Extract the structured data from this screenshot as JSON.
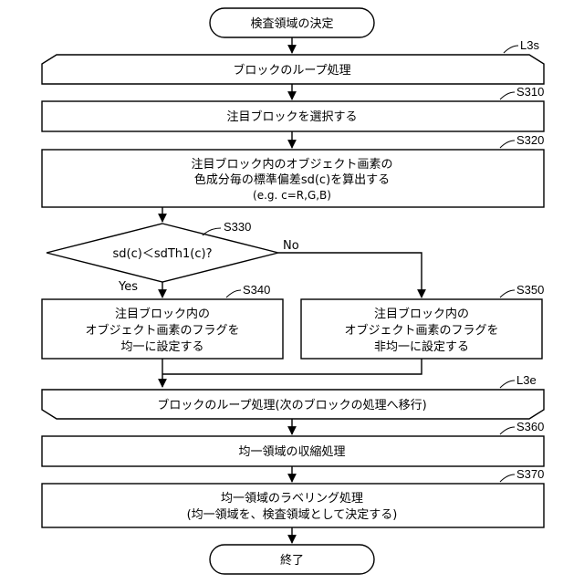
{
  "flow": {
    "start": "検査領域の決定",
    "loop_start": "ブロックのループ処理",
    "loop_start_step": "L3s",
    "s310": {
      "step": "S310",
      "text": "注目ブロックを選択する"
    },
    "s320": {
      "step": "S320",
      "lines": [
        "注目ブロック内のオブジェクト画素の",
        "色成分毎の標準偏差sd(c)を算出する",
        "(e.g. c=R,G,B)"
      ]
    },
    "s330": {
      "step": "S330",
      "text": "sd(c)＜sdTh1(c)?",
      "yes": "Yes",
      "no": "No"
    },
    "s340": {
      "step": "S340",
      "lines": [
        "注目ブロック内の",
        "オブジェクト画素のフラグを",
        "均一に設定する"
      ]
    },
    "s350": {
      "step": "S350",
      "lines": [
        "注目ブロック内の",
        "オブジェクト画素のフラグを",
        "非均一に設定する"
      ]
    },
    "loop_end": "ブロックのループ処理(次のブロックの処理へ移行)",
    "loop_end_step": "L3e",
    "s360": {
      "step": "S360",
      "text": "均一領域の収縮処理"
    },
    "s370": {
      "step": "S370",
      "lines": [
        "均一領域のラベリング処理",
        "(均一領域を、検査領域として決定する)"
      ]
    },
    "end": "終了"
  }
}
